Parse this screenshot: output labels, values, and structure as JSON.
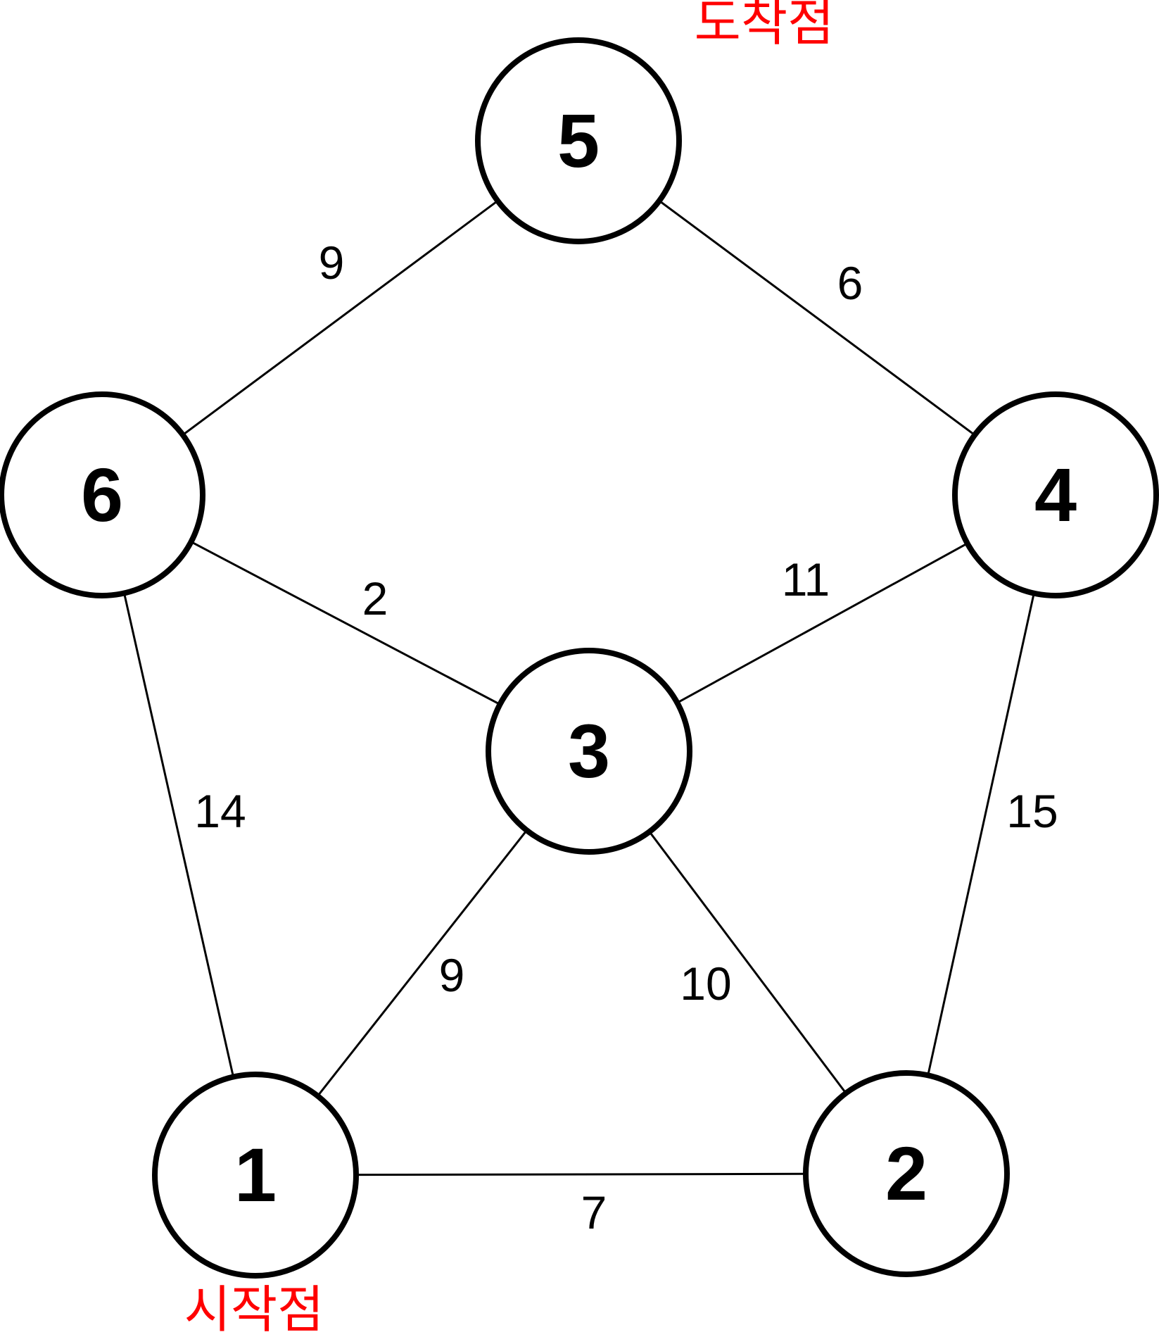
{
  "diagram": {
    "type": "weighted-undirected-graph",
    "annotations": {
      "destination_label": "도착점",
      "start_label": "시작점"
    },
    "colors": {
      "annotation_red": "#FF0000",
      "line_black": "#000000",
      "node_fill": "#FFFFFF"
    },
    "start_node": "1",
    "destination_node": "5",
    "nodes": [
      {
        "label": "5"
      },
      {
        "label": "6"
      },
      {
        "label": "4"
      },
      {
        "label": "3"
      },
      {
        "label": "1"
      },
      {
        "label": "2"
      }
    ],
    "edges": [
      {
        "from": "5",
        "to": "6",
        "weight": "9"
      },
      {
        "from": "5",
        "to": "4",
        "weight": "6"
      },
      {
        "from": "6",
        "to": "3",
        "weight": "2"
      },
      {
        "from": "3",
        "to": "4",
        "weight": "11"
      },
      {
        "from": "6",
        "to": "1",
        "weight": "14"
      },
      {
        "from": "1",
        "to": "3",
        "weight": "9"
      },
      {
        "from": "3",
        "to": "2",
        "weight": "10"
      },
      {
        "from": "4",
        "to": "2",
        "weight": "15"
      },
      {
        "from": "1",
        "to": "2",
        "weight": "7"
      }
    ]
  }
}
